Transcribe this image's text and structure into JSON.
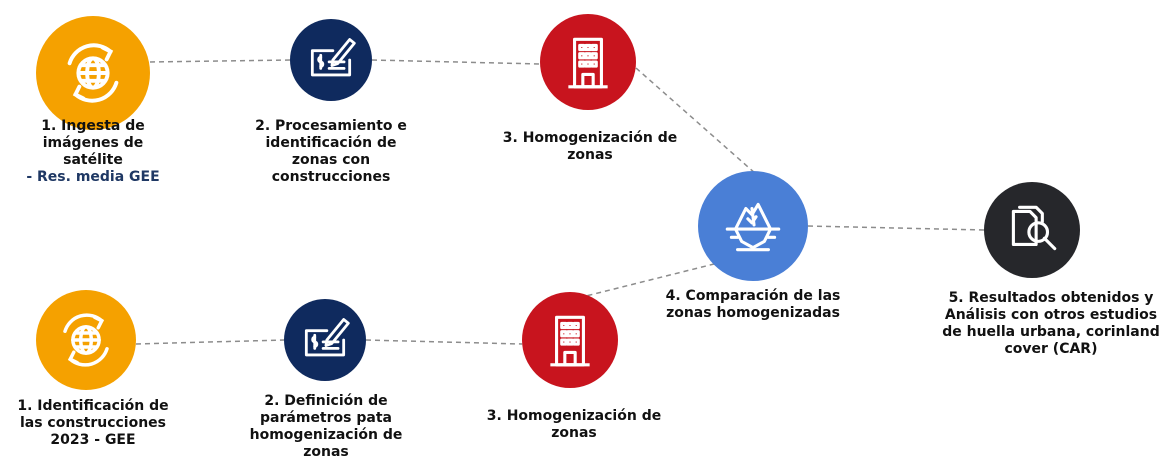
{
  "colors": {
    "orange": "#f5a100",
    "navy": "#0f2a5e",
    "red": "#c8141e",
    "blue": "#4a7fd6",
    "dark": "#26272b",
    "connector": "#8c8c8c",
    "highlight": "#1f3864"
  },
  "top": {
    "step1": {
      "icon": "globe-sync-icon",
      "lines": [
        "1.  Ingesta de",
        "imágenes de",
        "satélite",
        "- Res. media GEE"
      ]
    },
    "step2": {
      "icon": "check-sign-icon",
      "lines": [
        "2. Procesamiento e",
        "identificación de",
        "zonas con",
        "construcciones"
      ]
    },
    "step3": {
      "icon": "building-icon",
      "lines": [
        "3. Homogenización de",
        "zonas"
      ]
    }
  },
  "bottom": {
    "step1": {
      "icon": "globe-sync-icon",
      "lines": [
        "1.  Identificación de",
        "las construcciones",
        "2023 - GEE"
      ]
    },
    "step2": {
      "icon": "check-sign-icon",
      "lines": [
        "2. Definición de",
        "parámetros pata",
        "homogenización de",
        "zonas"
      ]
    },
    "step3": {
      "icon": "building-icon",
      "lines": [
        "3. Homogenización de",
        "zonas"
      ]
    }
  },
  "step4": {
    "icon": "iceberg-icon",
    "lines": [
      "4. Comparación de las",
      "zonas homogenizadas"
    ]
  },
  "step5": {
    "icon": "document-search-icon",
    "lines": [
      "5. Resultados obtenidos y",
      "Análisis con otros estudios",
      "de huella urbana, corinland",
      "cover (CAR)"
    ]
  }
}
